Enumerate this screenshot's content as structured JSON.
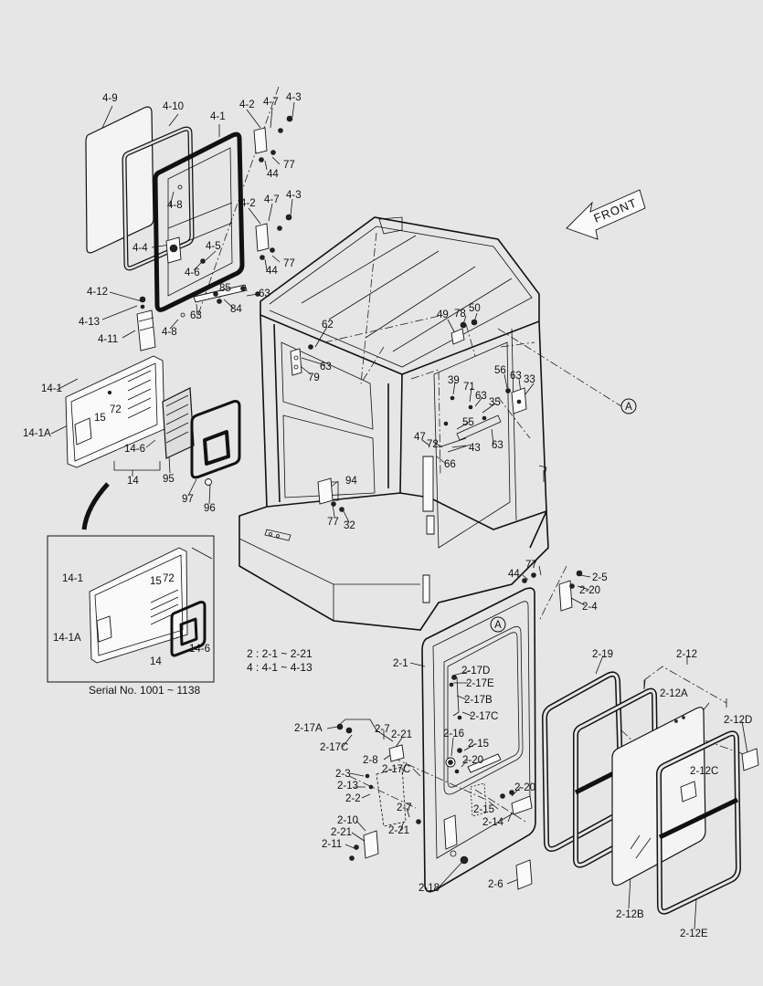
{
  "front_arrow": {
    "text": "FRONT"
  },
  "note_lines": [
    "2 : 2-1 ~ 2-21",
    "4 : 4-1 ~ 4-13"
  ],
  "inset": {
    "caption": "Serial No. 1001 ~ 1138"
  },
  "callouts": {
    "a_top": "A",
    "a_door": "A",
    "c4_9": "4-9",
    "c4_10": "4-10",
    "c4_1": "4-1",
    "c4_2a": "4-2",
    "c4_7a": "4-7",
    "c4_3a": "4-3",
    "c77a": "77",
    "c44a": "44",
    "c4_8a": "4-8",
    "c4_2b": "4-2",
    "c4_7b": "4-7",
    "c4_3b": "4-3",
    "c4_4": "4-4",
    "c4_5": "4-5",
    "c4_6": "4-6",
    "c77b": "77",
    "c44b": "44",
    "c4_12": "4-12",
    "c85": "85",
    "c63a": "63",
    "c84": "84",
    "c63b": "63",
    "c4_13": "4-13",
    "c4_11": "4-11",
    "c4_8b": "4-8",
    "c62": "62",
    "c79": "79",
    "c63c": "63",
    "c49": "49",
    "c78": "78",
    "c50": "50",
    "c56": "56",
    "c63d": "63",
    "c33": "33",
    "c39": "39",
    "c71": "71",
    "c63e": "63",
    "c35": "35",
    "c55": "55",
    "c47": "47",
    "c72a": "72",
    "c43": "43",
    "c63f": "63",
    "c66": "66",
    "c14_1": "14-1",
    "c72b": "72",
    "c15a": "15",
    "c14_1a": "14-1A",
    "c14_6": "14-6",
    "c95": "95",
    "c14": "14",
    "c97": "97",
    "c96": "96",
    "c94": "94",
    "c77c": "77",
    "c32": "32",
    "i14_1": "14-1",
    "i15": "15",
    "i72": "72",
    "i14_1a": "14-1A",
    "i14_6": "14-6",
    "i14": "14",
    "c77d": "77",
    "c44c": "44",
    "c2_5": "2-5",
    "c2_20a": "2-20",
    "c2_4": "2-4",
    "c2_1": "2-1",
    "c2_17d": "2-17D",
    "c2_17e": "2-17E",
    "c2_17b": "2-17B",
    "c2_17c": "2-17C",
    "c2_17a": "2-17A",
    "c2_7a": "2-7",
    "c2_21a": "2-21",
    "c2_17c2": "2-17C",
    "c2_16": "2-16",
    "c2_15a": "2-15",
    "c2_8": "2-8",
    "c2_17c3": "2-17C",
    "c2_20b": "2-20",
    "c2_3": "2-3",
    "c2_13": "2-13",
    "c2_2": "2-2",
    "c2_7b": "2-7",
    "c2_20c": "2-20",
    "c2_15b": "2-15",
    "c2_14": "2-14",
    "c2_10": "2-10",
    "c2_21b": "2-21",
    "c2_21c": "2-21",
    "c2_11": "2-11",
    "c2_18": "2-18",
    "c2_6": "2-6",
    "c2_19": "2-19",
    "c2_12": "2-12",
    "c2_12a": "2-12A",
    "c2_12d": "2-12D",
    "c2_12c": "2-12C",
    "c2_12b": "2-12B",
    "c2_12e": "2-12E"
  }
}
